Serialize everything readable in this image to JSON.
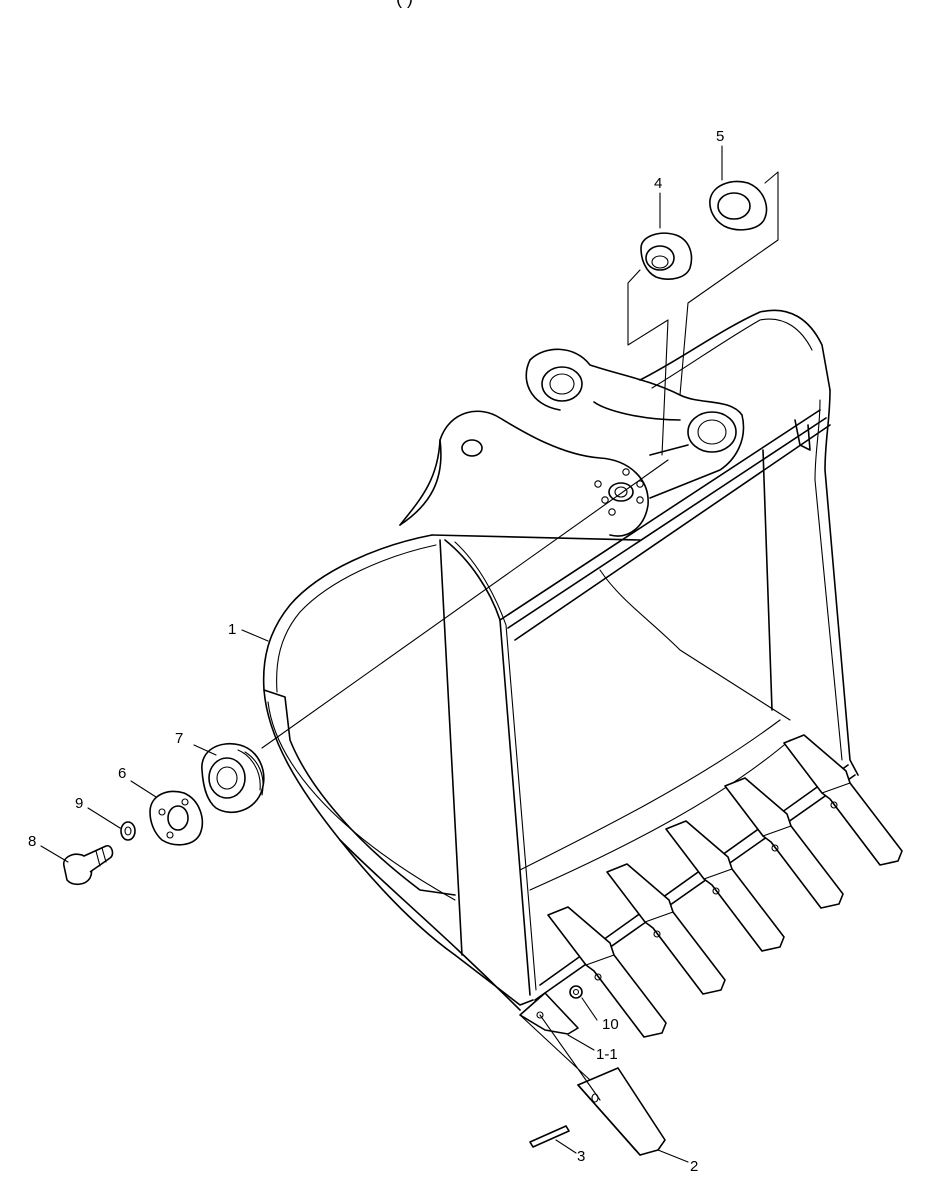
{
  "header_fragment": "(                                           )",
  "callouts": [
    "1",
    "1-1",
    "2",
    "3",
    "4",
    "5",
    "6",
    "7",
    "8",
    "9",
    "10"
  ]
}
